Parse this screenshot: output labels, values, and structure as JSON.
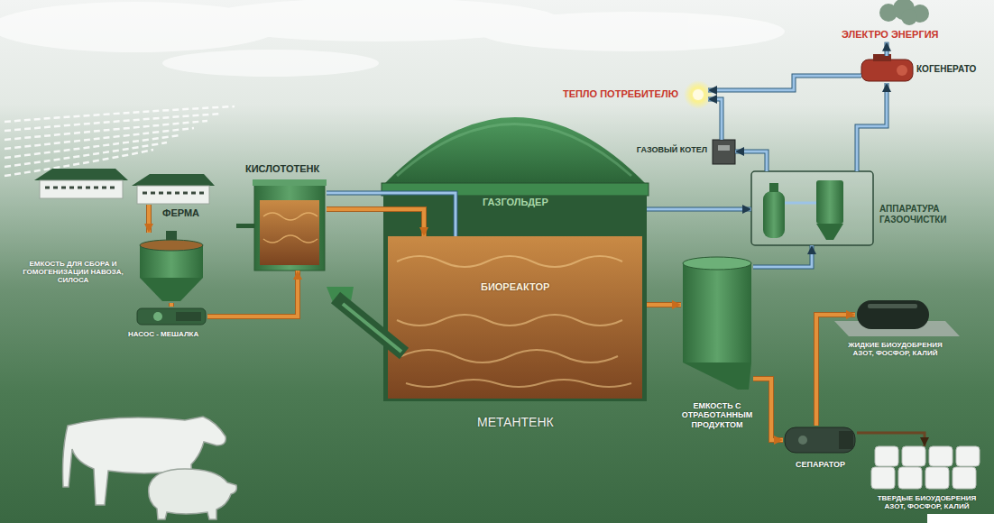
{
  "diagram": {
    "nodes": [
      {
        "text": [
          "ФЕРМА"
        ]
      },
      {
        "text": [
          "ЕМКОСТЬ ДЛЯ СБОРА И ГОМОГЕНИЗАЦИИ НАВОЗА, СИЛОСА"
        ]
      },
      {
        "text": [
          "НАСОС - МЕШАЛКА"
        ]
      },
      {
        "text": [
          "КИСЛОТОТЕНК"
        ]
      },
      {
        "text": [
          "МЕТАНТЕНК"
        ]
      },
      {
        "text": [
          "ГАЗГОЛЬДЕР"
        ],
        "in": 4
      },
      {
        "text": [
          "БИОРЕАКТОР"
        ],
        "in": 4
      },
      {
        "text": [
          "ЕМКОСТЬ С ОТРАБОТАННЫМ ПРОДУКТОМ"
        ]
      },
      {
        "text": [
          "АППАРАТУРА ГАЗООЧИСТКИ"
        ]
      },
      {
        "text": [
          "ГАЗОВЫЙ КОТЕЛ"
        ]
      },
      {
        "text": [
          "ТЕПЛО ПОТРЕБИТЕЛЮ"
        ]
      },
      {
        "text": [
          "КОГЕНЕРАТО"
        ]
      },
      {
        "text": [
          "ЭЛЕКТРО ЭНЕРГИЯ"
        ]
      },
      {
        "text": [
          "СЕПАРАТОР"
        ]
      },
      {
        "text": [
          "ЖИДКИЕ БИОУДОБРЕНИЯ АЗОТ, ФОСФОР, КАЛИЙ"
        ]
      },
      {
        "text": [
          "ТВЕРДЫЕ БИОУДОБРЕНИЯ АЗОТ, ФОСФОР, КАЛИЙ"
        ]
      }
    ],
    "edges": [
      {
        "from": 0,
        "to": 1,
        "arrow": "to"
      },
      {
        "from": 1,
        "to": 2,
        "arrow": "none"
      },
      {
        "from": 2,
        "to": 3,
        "arrow": "to"
      },
      {
        "from": 3,
        "to": 6,
        "arrow": "to"
      },
      {
        "from": 3,
        "to": 6,
        "arrow": "none"
      },
      {
        "from": 6,
        "to": 7,
        "arrow": "to"
      },
      {
        "from": 5,
        "to": 8,
        "arrow": "to"
      },
      {
        "from": 7,
        "to": 8,
        "arrow": "to"
      },
      {
        "from": 8,
        "to": 9,
        "arrow": "to"
      },
      {
        "from": 8,
        "to": 11,
        "arrow": "to"
      },
      {
        "from": 9,
        "to": 10,
        "arrow": "to"
      },
      {
        "from": 11,
        "to": 10,
        "arrow": "to"
      },
      {
        "from": 11,
        "to": 12,
        "arrow": "to"
      },
      {
        "from": 7,
        "to": 13,
        "arrow": "to"
      },
      {
        "from": 13,
        "to": 14,
        "arrow": "to"
      },
      {
        "from": 13,
        "to": 15,
        "arrow": "to"
      }
    ]
  }
}
